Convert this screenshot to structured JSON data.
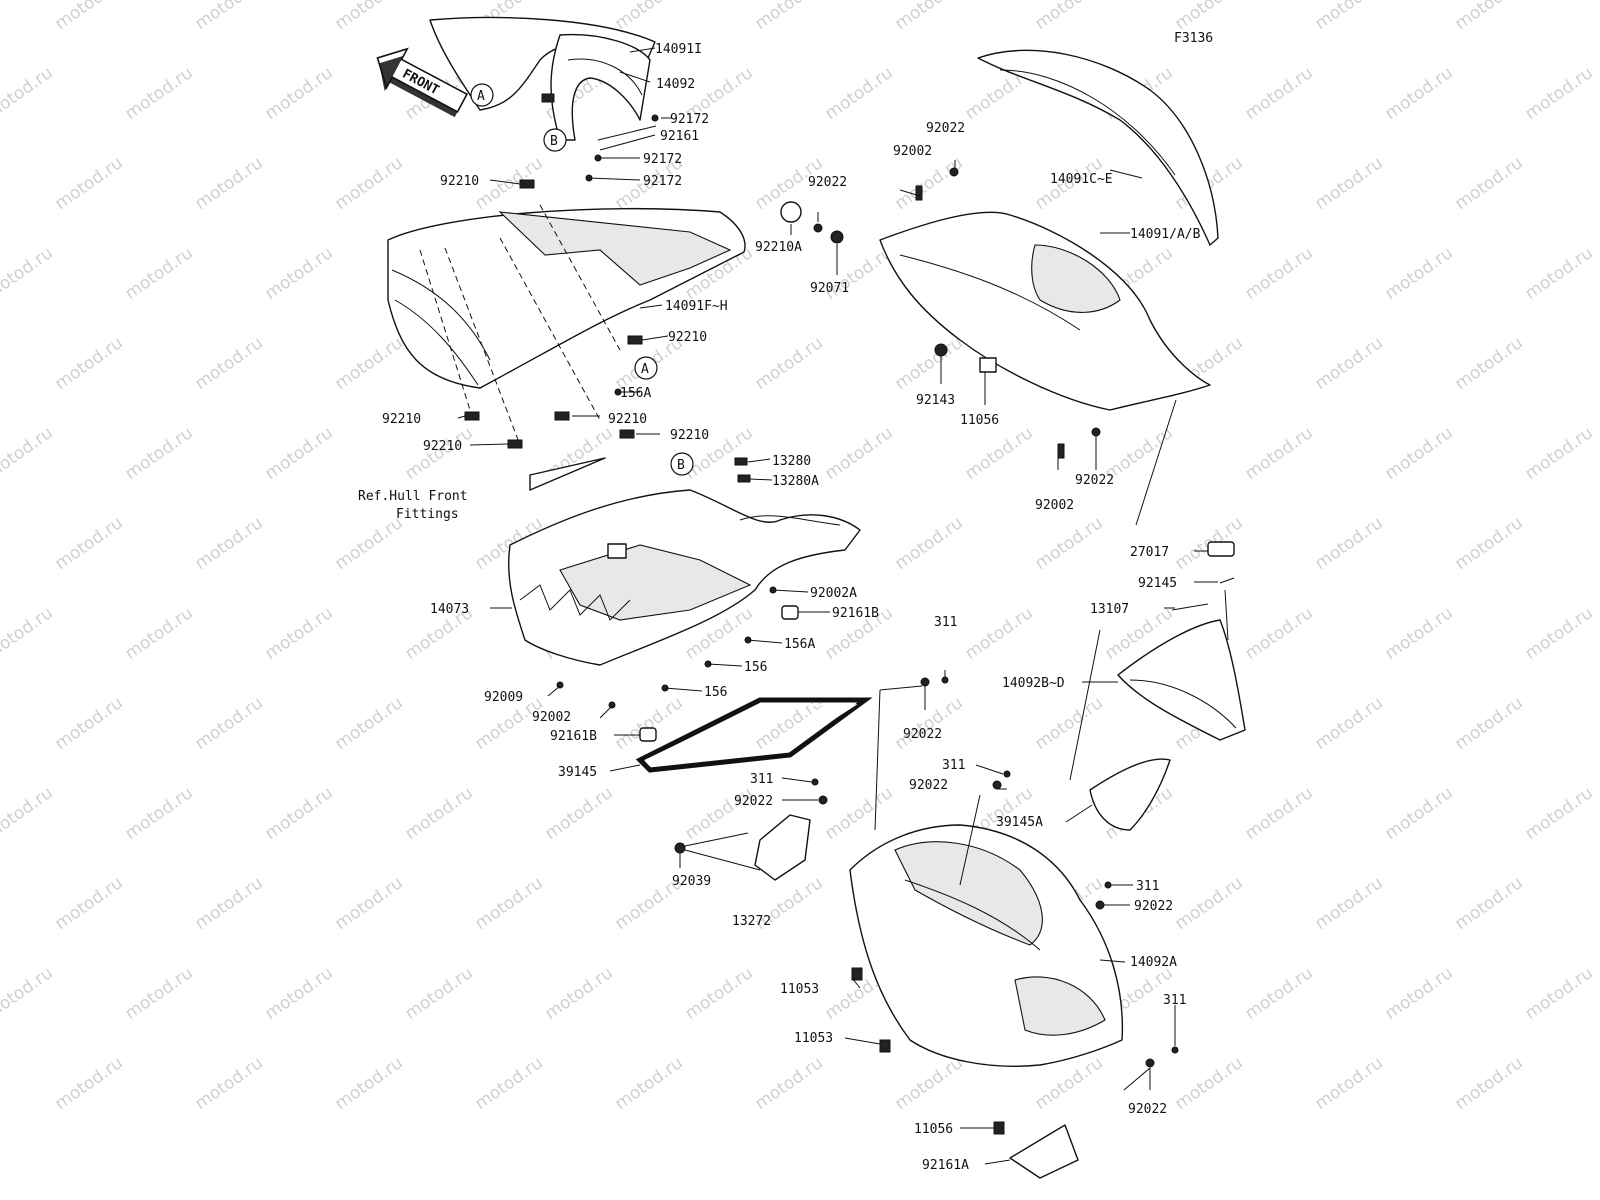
{
  "figure_code": "F3136",
  "front_arrow_label": "FRONT",
  "watermark_text": "motod.ru",
  "reference_note_line1": "Ref.Hull Front",
  "reference_note_line2": "Fittings",
  "callouts": {
    "a": "A",
    "b": "B"
  },
  "part_labels": [
    "14091I",
    "14092",
    "92172",
    "92161",
    "92172",
    "92172",
    "92210",
    "14091F~H",
    "92210",
    "156A",
    "92210",
    "92210",
    "92210",
    "92210",
    "13280",
    "13280A",
    "14073",
    "92002A",
    "92161B",
    "156A",
    "156",
    "156",
    "92009",
    "92002",
    "92161B",
    "39145",
    "311",
    "92022",
    "92039",
    "13272",
    "11053",
    "11053",
    "11056",
    "92161A",
    "92022",
    "92002",
    "92022",
    "92210A",
    "92071",
    "14091C~E",
    "14091/A/B",
    "92143",
    "11056",
    "92002",
    "92022",
    "27017",
    "92145",
    "13107",
    "311",
    "92022",
    "14092B~D",
    "311",
    "92022",
    "39145A",
    "311",
    "92022",
    "14092A",
    "311",
    "92022"
  ]
}
